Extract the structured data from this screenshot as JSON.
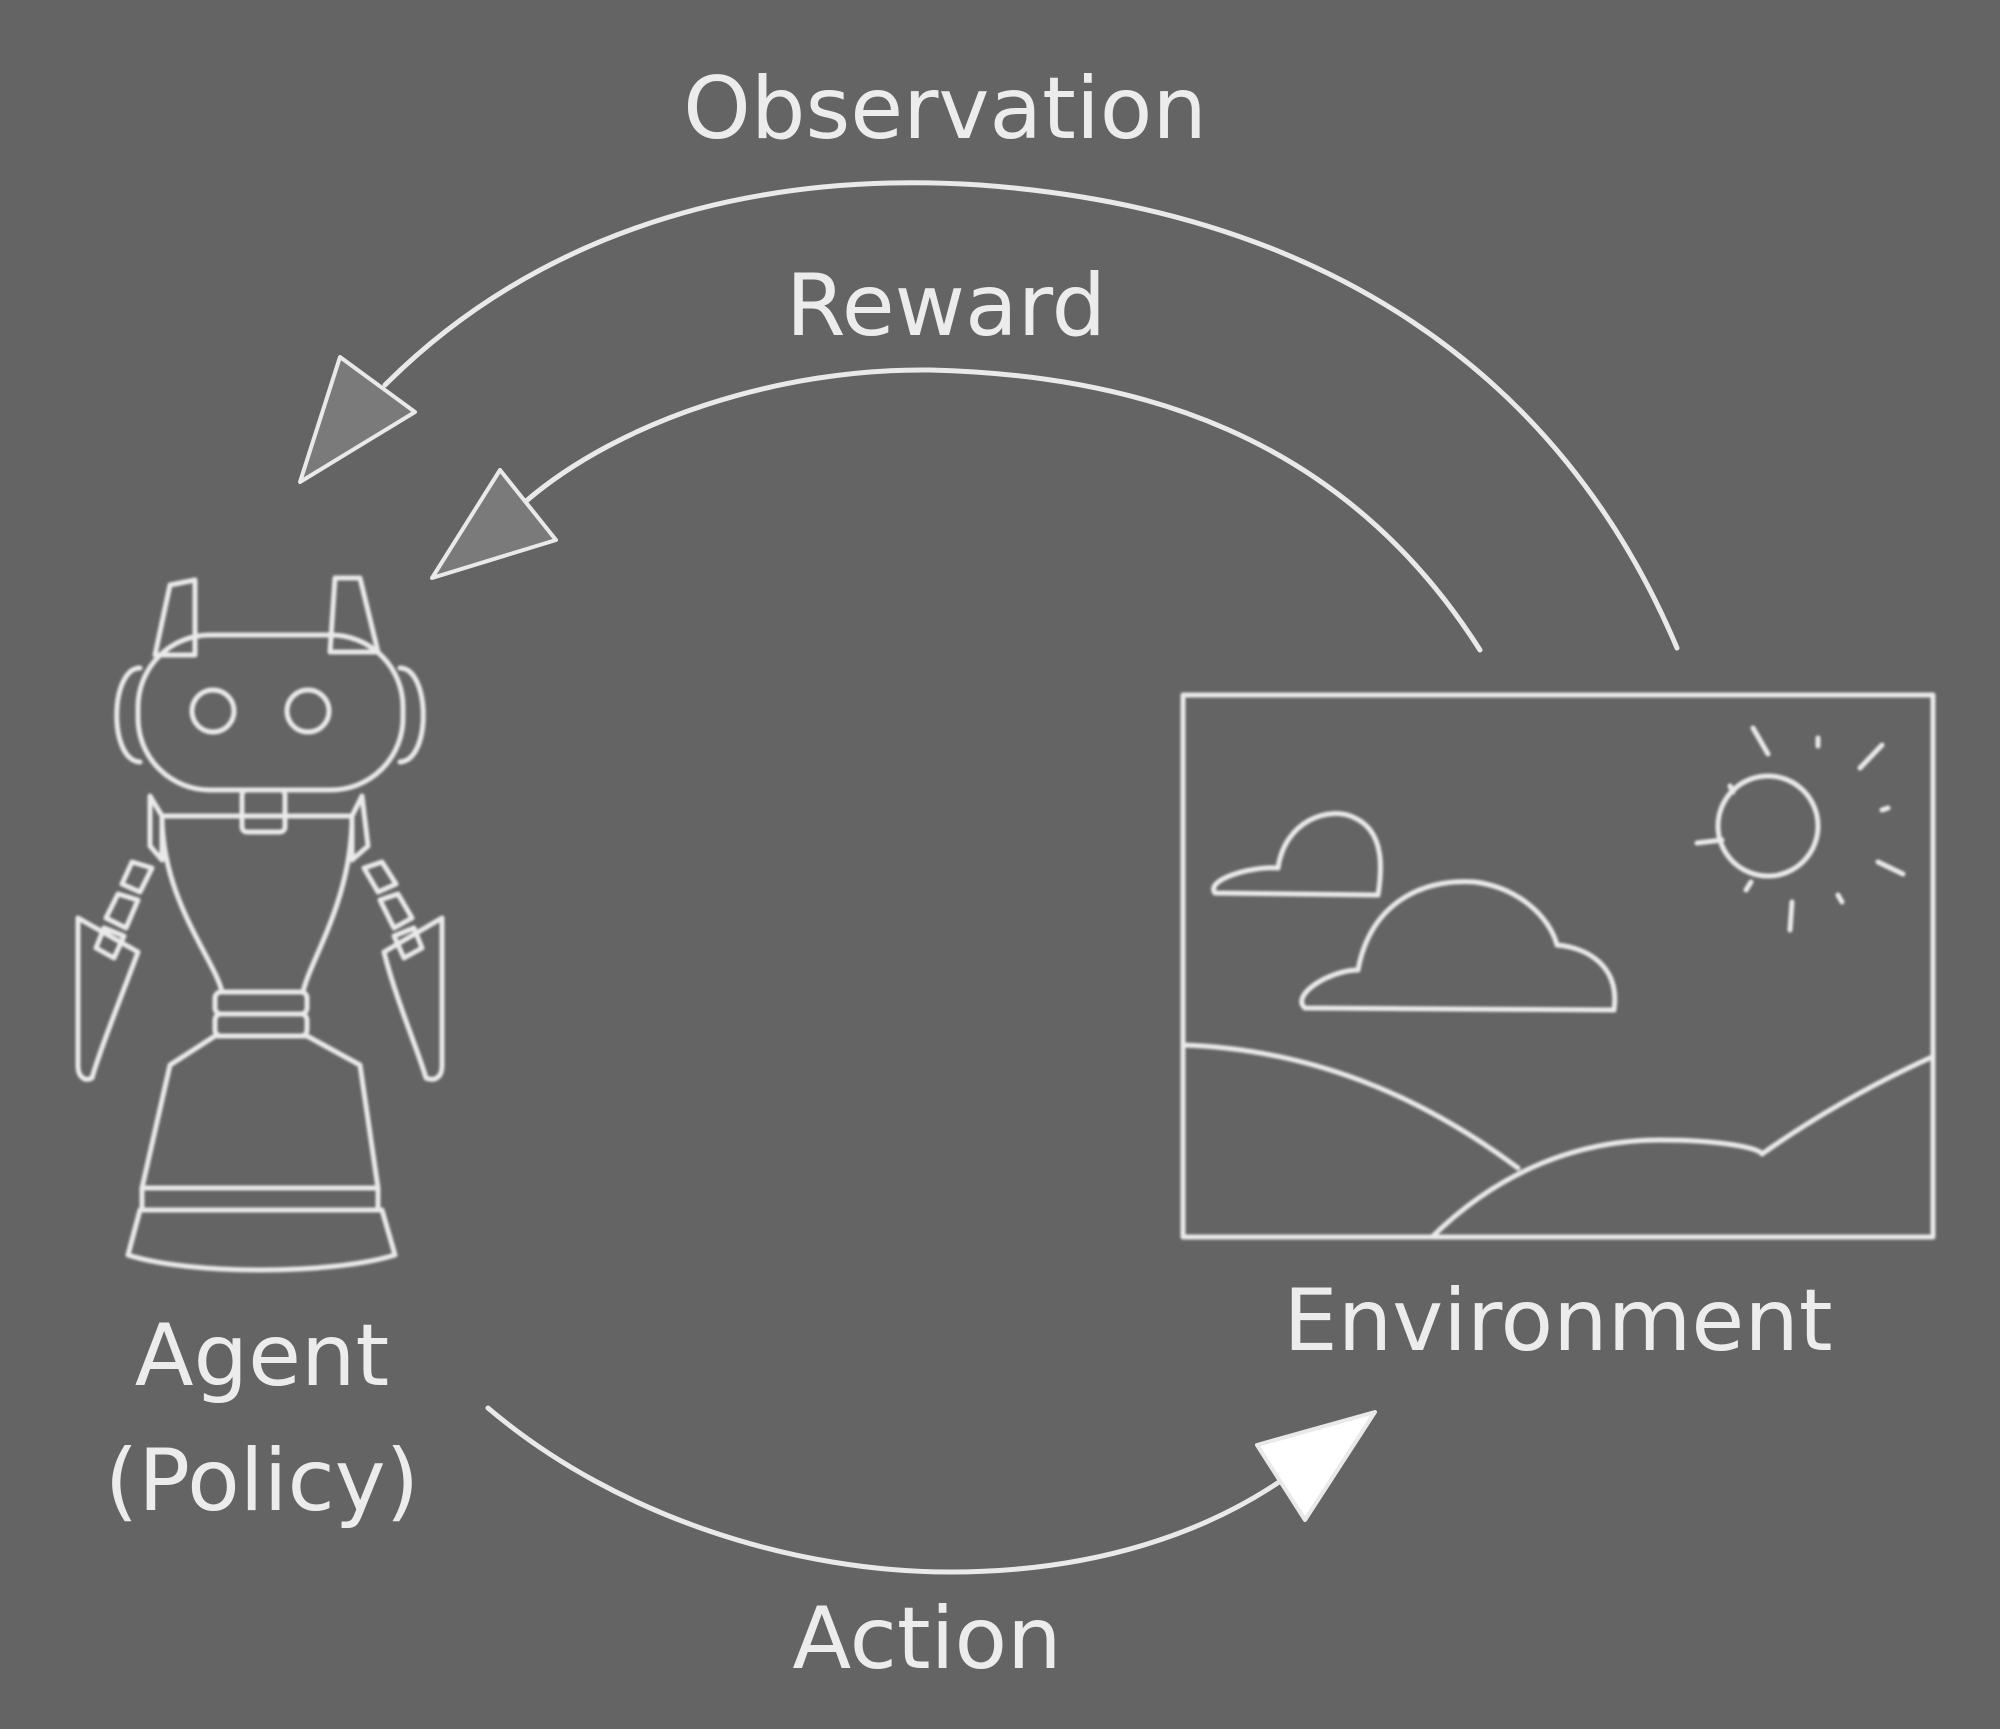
{
  "labels": {
    "observation": "Observation",
    "reward": "Reward",
    "agent_line1": "Agent",
    "agent_line2": "(Policy)",
    "environment": "Environment",
    "action": "Action"
  },
  "colors": {
    "background": "#646464",
    "stroke": "#e9e9e9"
  }
}
